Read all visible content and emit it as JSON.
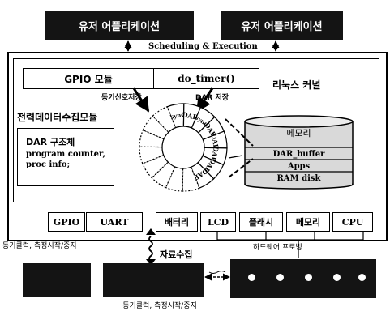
{
  "user_apps": [
    "유저 어플리케이션",
    "유저 어플리케이션"
  ],
  "scheduling_label": "Scheduling & Execution",
  "kernel": {
    "title": "리눅스 커널",
    "gpio_module": "GPIO 모듈",
    "do_timer": "do_timer()",
    "sync_save": "동기신호저장",
    "dar_save": "DAR 저장",
    "collector_module": "전력데이터수집모듈",
    "dar_struct_title": "DAR 구조체",
    "dar_struct_fields": [
      "program counter,",
      "proc info;"
    ]
  },
  "ring": {
    "segment_labels": [
      "sync",
      "DAR",
      "sync",
      "DAR",
      "DAR",
      "DAR",
      "DAR",
      "DAR"
    ]
  },
  "memory": {
    "label": "메모리",
    "rows": [
      "DAR_buffer",
      "Apps",
      "RAM disk"
    ]
  },
  "hardware": {
    "items": [
      "GPIO",
      "UART",
      "배터리",
      "LCD",
      "플래시",
      "메모리",
      "CPU"
    ],
    "label": "하드웨어 프로빙"
  },
  "labels": {
    "sync_start_stop_top": "동기클럭, 측정시작/중지",
    "data_collection": "자료수집",
    "sync_start_stop_bottom": "동기클럭, 측정시작/중지"
  }
}
